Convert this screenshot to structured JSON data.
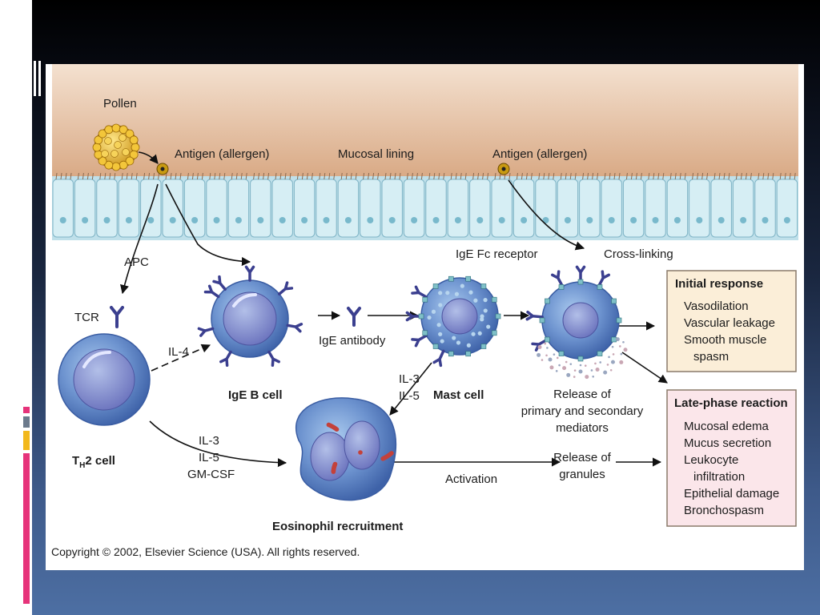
{
  "figure": {
    "labels": {
      "pollen": "Pollen",
      "antigen_left": "Antigen (allergen)",
      "mucosal_lining": "Mucosal lining",
      "antigen_right": "Antigen (allergen)",
      "apc": "APC",
      "ige_fc_receptor": "IgE Fc receptor",
      "cross_linking": "Cross-linking",
      "tcr": "TCR",
      "il4": "IL-4",
      "ige_antibody": "IgE antibody",
      "il3_a": "IL-3",
      "il5_a": "IL-5",
      "il3_b": "IL-3",
      "il5_b": "IL-5",
      "gm_csf": "GM-CSF",
      "activation": "Activation",
      "release_mediators": [
        "Release of",
        "primary and secondary",
        "mediators"
      ],
      "release_granules": [
        "Release of",
        "granules"
      ]
    },
    "cells": {
      "ige_b_cell": "IgE B cell",
      "mast_cell": "Mast cell",
      "th2_prefix": "T",
      "th2_sub": "H",
      "th2_suffix": "2 cell",
      "eosinophil": "Eosinophil recruitment"
    },
    "boxes": {
      "initial": {
        "title": "Initial response",
        "items": [
          "Vasodilation",
          "Vascular leakage",
          "Smooth muscle",
          "spasm"
        ]
      },
      "late": {
        "title": "Late-phase reaction",
        "items": [
          "Mucosal edema",
          "Mucus secretion",
          "Leukocyte",
          "infiltration",
          "Epithelial damage",
          "Bronchospasm"
        ]
      }
    },
    "copyright": "Copyright © 2002, Elsevier Science (USA). All rights reserved."
  },
  "colors": {
    "mucosa": "#e7c8ae",
    "epithelium": "#cfeaf0",
    "cell_blue": "#5f86c4",
    "receptor": "#3b3f8f",
    "initial_box": "#fbeed8",
    "late_box": "#fbe6ea"
  }
}
